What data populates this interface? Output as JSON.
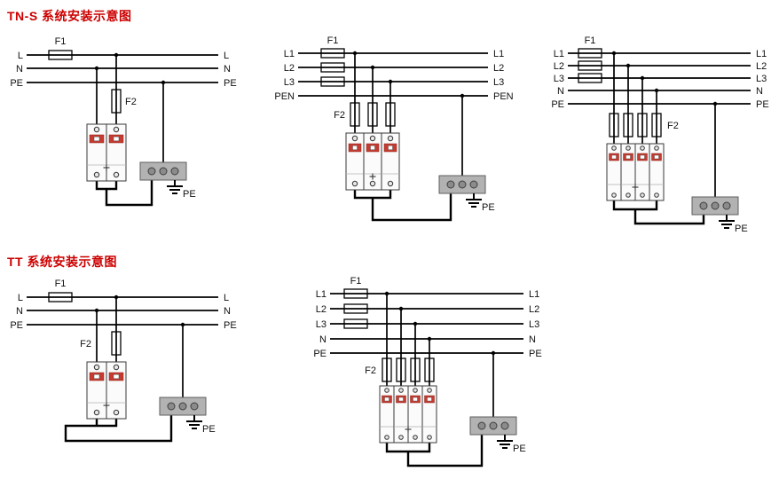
{
  "titles": {
    "tns": "TN-S 系统安装示意图",
    "tt": "TT 系统安装示意图"
  },
  "labels": {
    "f1": "F1",
    "f2": "F2",
    "pe_ground": "PE"
  },
  "diagrams": {
    "d1": {
      "left": [
        "L",
        "N",
        "PE"
      ],
      "right": [
        "L",
        "N",
        "PE"
      ]
    },
    "d2": {
      "left": [
        "L1",
        "L2",
        "L3",
        "PEN"
      ],
      "right": [
        "L1",
        "L2",
        "L3",
        "PEN"
      ]
    },
    "d3": {
      "left": [
        "L1",
        "L2",
        "L3",
        "N",
        "PE"
      ],
      "right": [
        "L1",
        "L2",
        "L3",
        "N",
        "PE"
      ]
    },
    "d4": {
      "left": [
        "L",
        "N",
        "PE"
      ],
      "right": [
        "L",
        "N",
        "PE"
      ]
    },
    "d5": {
      "left": [
        "L1",
        "L2",
        "L3",
        "N",
        "PE"
      ],
      "right": [
        "L1",
        "L2",
        "L3",
        "N",
        "PE"
      ]
    }
  },
  "colors": {
    "title_red": "#cc0000",
    "spd_band_red": "#c63a2f",
    "terminal_bar_gray": "#b2b2b2"
  }
}
